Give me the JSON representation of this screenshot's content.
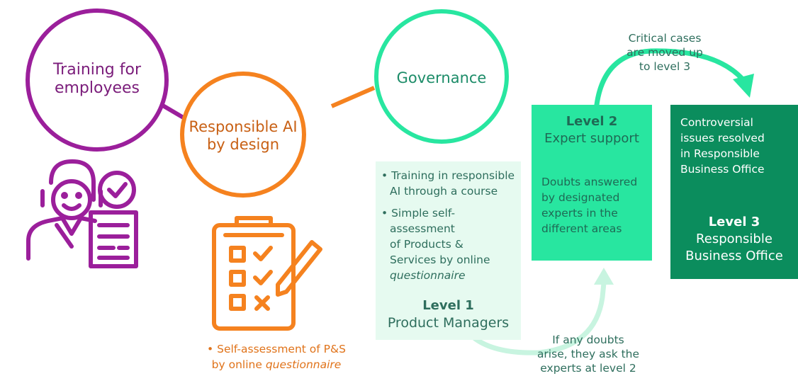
{
  "circles": {
    "training": "Training for employees",
    "responsible_ai": "Responsible AI by design",
    "governance": "Governance"
  },
  "self_assessment_note": {
    "prefix": "• Self-assessment of P&S",
    "line2_plain": "by online ",
    "line2_italic": "questionnaire"
  },
  "level1": {
    "bullets": [
      {
        "lines": [
          "Training in responsible",
          "AI through a course"
        ]
      },
      {
        "lines": [
          "Simple self-",
          "assessment",
          "of Products &",
          "Services by online"
        ],
        "italic_line": "questionnaire"
      }
    ],
    "level_label": "Level 1",
    "name": "Product Managers"
  },
  "level2": {
    "level_label": "Level 2",
    "name": "Expert support",
    "description": [
      "Doubts answered",
      "by designated",
      "experts in the",
      "different areas"
    ]
  },
  "level3": {
    "description": [
      "Controversial",
      "issues resolved",
      "in Responsible",
      "Business Office"
    ],
    "level_label": "Level 3",
    "name_line1": "Responsible",
    "name_line2": "Business Office"
  },
  "arrows": {
    "critical_cases": [
      "Critical cases",
      "are moved up",
      "to level 3"
    ],
    "doubts": [
      "If any doubts",
      "arise, they ask the",
      "experts at level 2"
    ]
  },
  "colors": {
    "purple": "#9b1f9b",
    "orange": "#f5821f",
    "green_light": "#28e6a0",
    "green_dark": "#0b8d5d",
    "green_pale": "#e6faf0",
    "text_dark_green": "#2e6e5d"
  },
  "icons": [
    "employee-check-icon",
    "clipboard-checklist-icon",
    "arrow-up-curve-icon",
    "arrow-right-curve-icon"
  ]
}
